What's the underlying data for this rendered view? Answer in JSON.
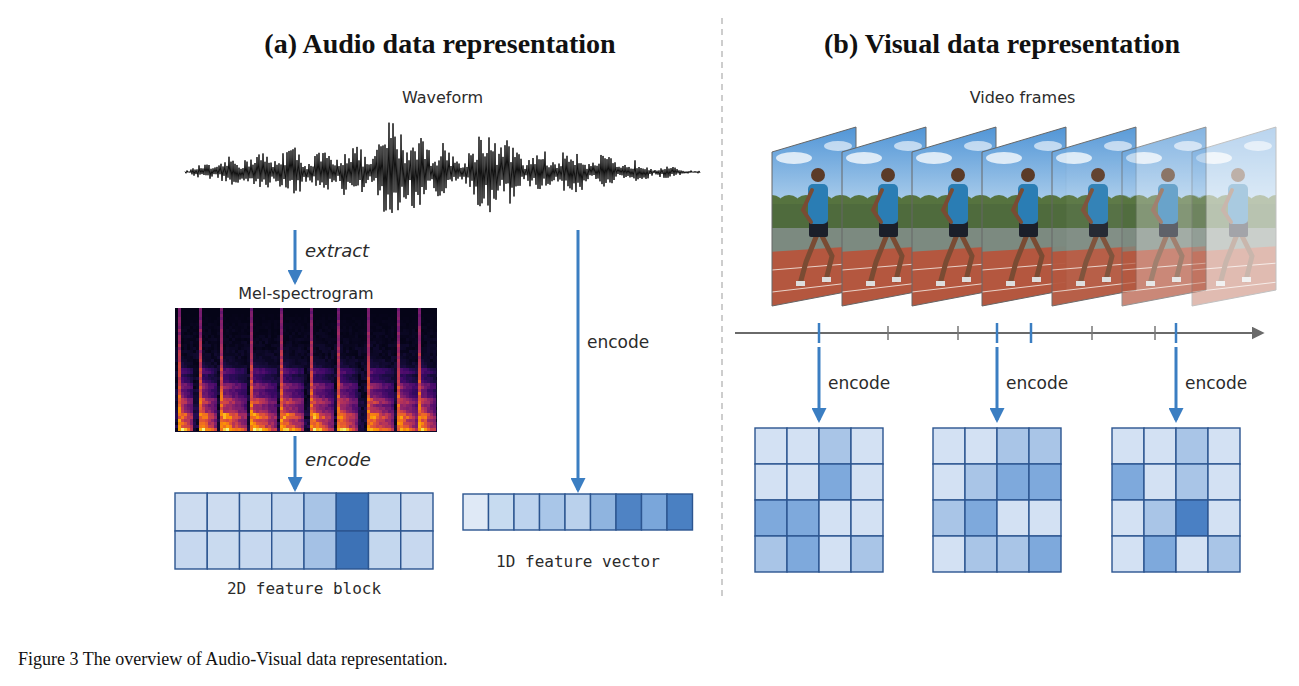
{
  "diagram": {
    "caption": "Figure 3 The overview of Audio-Visual data representation.",
    "nodes": [
      {
        "text": [
          "Waveform"
        ]
      },
      {
        "text": [
          "Mel-spectrogram"
        ]
      },
      {
        "text": [
          "2D feature block"
        ]
      },
      {
        "text": [
          "1D feature vector"
        ]
      },
      {
        "text": [
          "Video frames"
        ]
      }
    ],
    "edges": [
      {
        "from": 0,
        "to": 1,
        "arrow": "to",
        "label": "extract"
      },
      {
        "from": 1,
        "to": 2,
        "arrow": "to",
        "label": "encode"
      },
      {
        "from": 0,
        "to": 3,
        "arrow": "to",
        "label": "encode"
      }
    ],
    "labels": [
      "(a) Audio data representation",
      "(b) Visual data representation",
      "encode",
      "encode",
      "encode"
    ]
  }
}
